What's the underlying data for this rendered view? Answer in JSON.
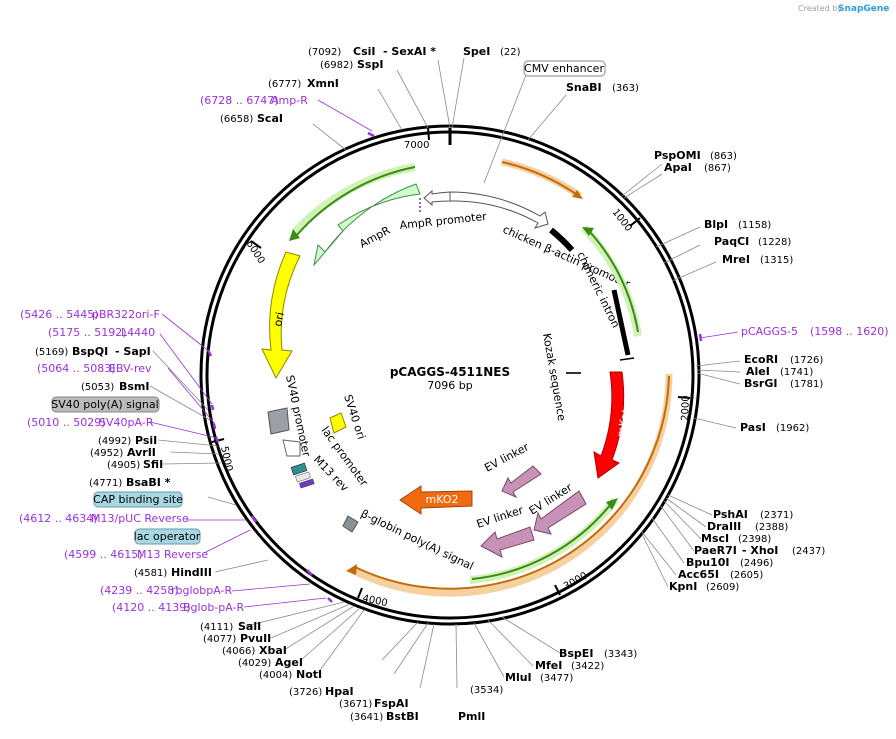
{
  "credit": {
    "prefix": "Created by",
    "brand": "SnapGene"
  },
  "center": {
    "name": "pCAGGS-4511NES",
    "length": "7096 bp"
  },
  "tick_labels": [
    "1000",
    "2000",
    "3000",
    "4000",
    "5000",
    "6000",
    "7000"
  ],
  "sites": [
    {
      "name": "CsiI",
      "pos": "(7092)",
      "extra": "- SexAI *"
    },
    {
      "name": "SpeI",
      "pos": "(22)"
    },
    {
      "name": "SspI",
      "pos": "(6982)"
    },
    {
      "name": "XmnI",
      "pos": "(6777)"
    },
    {
      "name": "ScaI",
      "pos": "(6658)"
    },
    {
      "name": "SnaBI",
      "pos": "(363)"
    },
    {
      "name": "PspOMI",
      "pos": "(863)"
    },
    {
      "name": "ApaI",
      "pos": "(867)"
    },
    {
      "name": "BlpI",
      "pos": "(1158)"
    },
    {
      "name": "PaqCI",
      "pos": "(1228)"
    },
    {
      "name": "MreI",
      "pos": "(1315)"
    },
    {
      "name": "EcoRI",
      "pos": "(1726)"
    },
    {
      "name": "AleI",
      "pos": "(1741)"
    },
    {
      "name": "BsrGI",
      "pos": "(1781)"
    },
    {
      "name": "PasI",
      "pos": "(1962)"
    },
    {
      "name": "PshAI",
      "pos": "(2371)"
    },
    {
      "name": "DraIII",
      "pos": "(2388)"
    },
    {
      "name": "MscI",
      "pos": "(2398)"
    },
    {
      "name": "PaeR7I",
      "pos": "(2437)",
      "extra": "- XhoI"
    },
    {
      "name": "Bpu10I",
      "pos": "(2496)"
    },
    {
      "name": "Acc65I",
      "pos": "(2605)"
    },
    {
      "name": "KpnI",
      "pos": "(2609)"
    },
    {
      "name": "BspEI",
      "pos": "(3343)"
    },
    {
      "name": "MfeI",
      "pos": "(3422)"
    },
    {
      "name": "MluI",
      "pos": "(3477)"
    },
    {
      "name": "PmlI",
      "pos": "(3534)"
    },
    {
      "name": "BstBI",
      "pos": "(3641)"
    },
    {
      "name": "FspAI",
      "pos": "(3671)"
    },
    {
      "name": "HpaI",
      "pos": "(3726)"
    },
    {
      "name": "NotI",
      "pos": "(4004)"
    },
    {
      "name": "AgeI",
      "pos": "(4029)"
    },
    {
      "name": "XbaI",
      "pos": "(4066)"
    },
    {
      "name": "PvuII",
      "pos": "(4077)"
    },
    {
      "name": "SalI",
      "pos": "(4111)"
    },
    {
      "name": "HindIII",
      "pos": "(4581)"
    },
    {
      "name": "BsaBI *",
      "pos": "(4771)"
    },
    {
      "name": "SfiI",
      "pos": "(4905)"
    },
    {
      "name": "AvrII",
      "pos": "(4952)"
    },
    {
      "name": "PsiI",
      "pos": "(4992)"
    },
    {
      "name": "BsmI",
      "pos": "(5053)"
    },
    {
      "name": "BspQI",
      "pos": "(5169)",
      "extra": "- SapI"
    }
  ],
  "primers": [
    {
      "name": "Amp-R",
      "range": "(6728 .. 6747)"
    },
    {
      "name": "pCAGGS-5",
      "range": "(1598 .. 1620)"
    },
    {
      "name": "pBR322ori-F",
      "range": "(5426 .. 5445)"
    },
    {
      "name": "L4440",
      "range": "(5175 .. 5192)"
    },
    {
      "name": "EBV-rev",
      "range": "(5064 .. 5083)"
    },
    {
      "name": "SV40pA-R",
      "range": "(5010 .. 5029)"
    },
    {
      "name": "M13/pUC Reverse",
      "range": "(4612 .. 4634)"
    },
    {
      "name": "M13 Reverse",
      "range": "(4599 .. 4615)"
    },
    {
      "name": "rbglobpA-R",
      "range": "(4239 .. 4258)"
    },
    {
      "name": "Bglob-pA-R",
      "range": "(4120 .. 4139)"
    }
  ],
  "boxed_features": [
    "CMV enhancer",
    "SV40 poly(A) signal",
    "CAP binding site",
    "lac operator"
  ],
  "features": {
    "chicken_actin": "chicken β-actin promoter",
    "chimeric_intron": "chimeric intron",
    "kozak": "Kozak sequence",
    "mkate2": "mKate2",
    "ev_linker": "EV linker",
    "mko2": "mKO2",
    "bglobin": "β-globin poly(A) signal",
    "m13rev": "M13 rev",
    "lac_promoter": "lac promoter",
    "sv40_promoter": "SV40 promoter",
    "sv40_ori": "SV40 ori",
    "ori": "ori",
    "ampr": "AmpR",
    "ampr_promoter": "AmpR promoter"
  },
  "colors": {
    "mkate2": "#ff0000",
    "mko2": "#f26a10",
    "ev_linker": "#c792b5",
    "ori": "#ffff00",
    "ampr": "#ccffcc",
    "sv40_ori": "#ffff00",
    "green_arc": "#3a8a16",
    "orange_arc": "#e8a64a",
    "primer": "#9b30d9",
    "box_fill": "#a8d7e4",
    "box_fill_gray": "#bbbbbb"
  }
}
